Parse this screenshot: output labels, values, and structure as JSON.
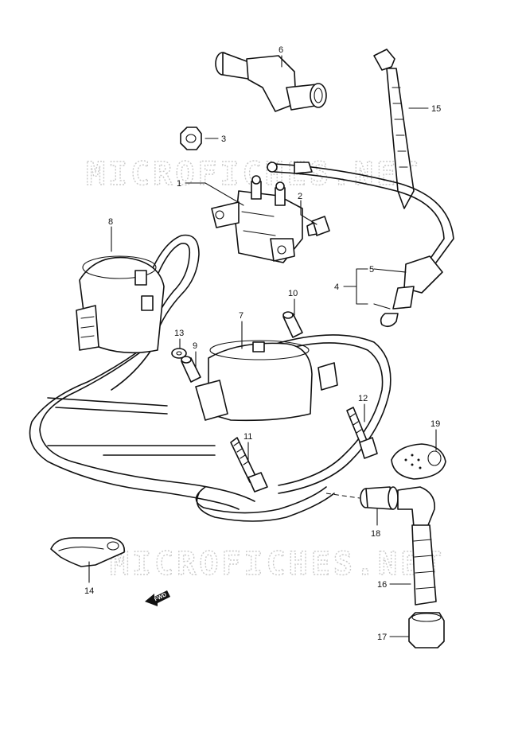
{
  "watermark": {
    "text": "MICROFICHES.NET"
  },
  "direction_marker": {
    "text": "FWD"
  },
  "callouts": [
    "1",
    "2",
    "3",
    "4",
    "5",
    "6",
    "7",
    "8",
    "9",
    "10",
    "11",
    "12",
    "13",
    "14",
    "15",
    "16",
    "17",
    "18",
    "19"
  ]
}
